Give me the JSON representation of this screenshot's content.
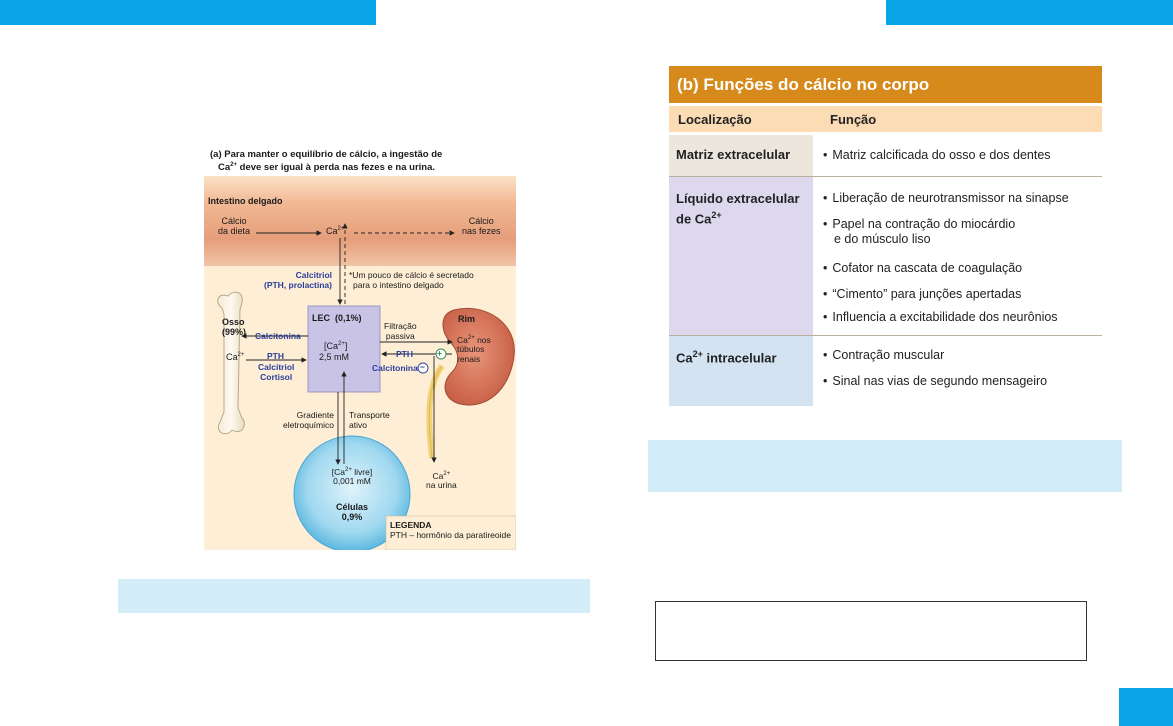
{
  "figure_a": {
    "caption_line1": "(a) Para manter o equilíbrio de cálcio, a ingestão de",
    "caption_line2_pre": "Ca",
    "caption_line2_sup": "2+",
    "caption_line2_post": " deve ser igual à perda nas fezes e na urina.",
    "intestine_label": "Intestino delgado",
    "calcio_dieta_1": "Cálcio",
    "calcio_dieta_2": "da dieta",
    "ca_int": "Ca",
    "ca_int_sup": "2+",
    "calcio_fezes_1": "Cálcio",
    "calcio_fezes_2": "nas fezes",
    "calcitriol_1": "Calcitriol",
    "calcitriol_2": "(PTH, prolactina)",
    "note_1": "*Um pouco de cálcio é secretado",
    "note_2": "para o intestino delgado",
    "osso_1": "Osso",
    "osso_2": "(99%)",
    "calcitonina_bone": "Calcitonina",
    "ca_bone": "Ca",
    "ca_bone_sup": "2+",
    "pth_bone": "PTH",
    "calcitriol_bone": "Calcitriol",
    "cortisol_bone": "Cortisol",
    "lec_label": "LEC",
    "lec_pct": "(0,1%)",
    "lec_conc_pre": "[Ca",
    "lec_conc_sup": "2+",
    "lec_conc_post": "]",
    "lec_mm": "2,5 mM",
    "filtracao_1": "Filtração",
    "filtracao_2": "passiva",
    "rim": "Rim",
    "ca_rim": "Ca",
    "ca_rim_sup": "2+",
    "ca_rim_post": " nos",
    "tubulos": "túbulos",
    "renais": "renais",
    "pth_rim": "PTH",
    "plus": "+",
    "calcitonina_rim": "Calcitonina",
    "minus": "−",
    "gradiente_1": "Gradiente",
    "gradiente_2": "eletroquímico",
    "transporte_1": "Transporte",
    "transporte_2": "ativo",
    "ca_urina": "Ca",
    "ca_urina_sup": "2+",
    "na_urina": "na urina",
    "cell_conc_pre": "[Ca",
    "cell_conc_sup": "2+",
    "cell_conc_post": " livre]",
    "cell_mm": "0,001 mM",
    "celulas": "Células",
    "cell_pct": "0,9%",
    "legenda_title": "LEGENDA",
    "legenda_text": "PTH – hormônio da paratireoide"
  },
  "table_b": {
    "title": "(b) Funções do cálcio no corpo",
    "col_loc": "Localização",
    "col_fn": "Função",
    "rows": [
      {
        "loc_1": "Matriz extracelular",
        "items": [
          "Matriz calcificada do osso e dos dentes"
        ]
      },
      {
        "loc_1": "Líquido extracelular",
        "loc_2_pre": "de Ca",
        "loc_2_sup": "2+",
        "items": [
          "Liberação de neurotransmissor na sinapse",
          "Papel na contração do miocárdio",
          "e do músculo liso",
          "Cofator na cascata de coagulação",
          "“Cimento” para junções apertadas",
          "Influencia a excitabilidade dos neurônios"
        ]
      },
      {
        "loc_pre": "Ca",
        "loc_sup": "2+",
        "loc_post": " intracelular",
        "items": [
          "Contração muscular",
          "Sinal nas vias de segundo mensageiro"
        ]
      }
    ],
    "bullet": "•"
  },
  "colors": {
    "accent_blue": "#0aa5e8",
    "caption_fill": "#d2ecf8",
    "table_header": "#d68a1c"
  }
}
